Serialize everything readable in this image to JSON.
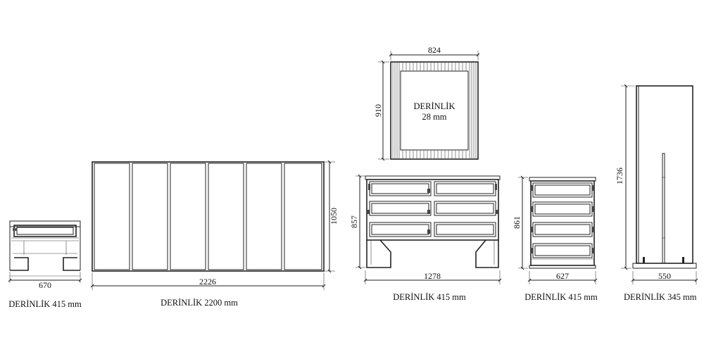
{
  "items": [
    {
      "id": "nightstand",
      "width_label": "670",
      "caption": "DERİNLİK 415 mm"
    },
    {
      "id": "headboard",
      "width_label": "2226",
      "height_label": "1050",
      "caption": "DERİNLİK 2200 mm"
    },
    {
      "id": "mirror",
      "width_label": "824",
      "height_label": "910",
      "inner_text_1": "DERİNLİK",
      "inner_text_2": "28 mm"
    },
    {
      "id": "dresser",
      "width_label": "1278",
      "height_label": "857",
      "caption": "DERİNLİK 415 mm"
    },
    {
      "id": "chest",
      "width_label": "627",
      "height_label": "861",
      "caption": "DERİNLİK 415 mm"
    },
    {
      "id": "wardrobe",
      "width_label": "550",
      "height_label": "1736",
      "caption": "DERİNLİK 345 mm"
    }
  ]
}
